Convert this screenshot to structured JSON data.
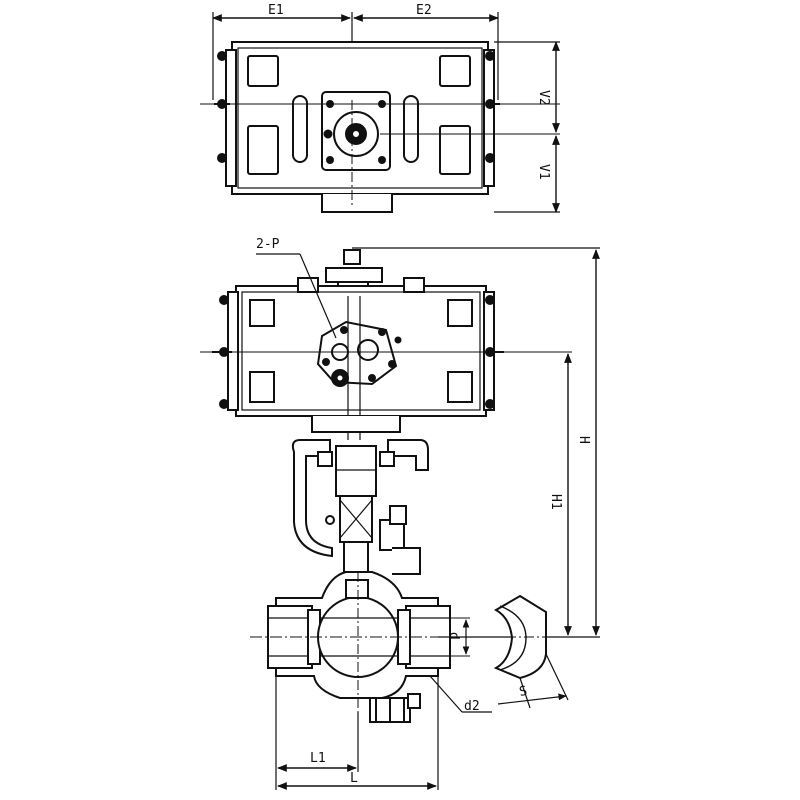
{
  "labels": {
    "e1": "E1",
    "e2": "E2",
    "v2": "V2",
    "v1": "V1",
    "two_p": "2-P",
    "h": "H",
    "h1": "H1",
    "d": "d",
    "d2": "d2",
    "s": "S",
    "l1": "L1",
    "l": "L"
  },
  "colors": {
    "ink": "#111111",
    "fill_light": "#f2f2f2",
    "paper": "#ffffff"
  }
}
